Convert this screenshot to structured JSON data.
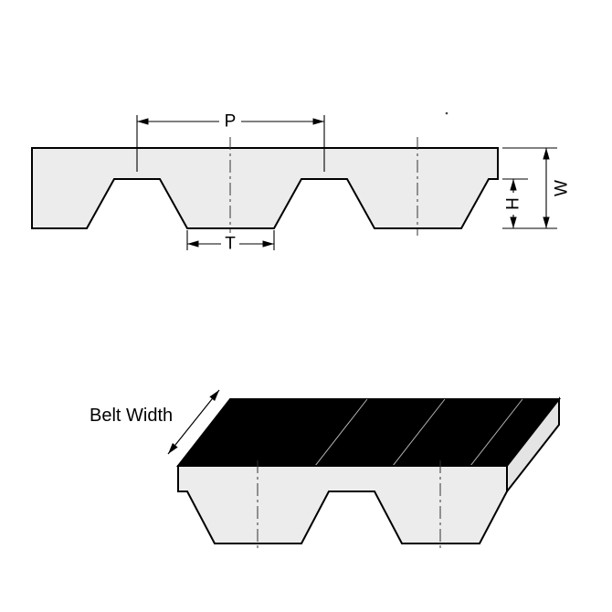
{
  "labels": {
    "pitch": "P",
    "tooth_width": "T",
    "tooth_height": "H",
    "belt_thickness": "W",
    "belt_width": "Belt Width"
  },
  "colors": {
    "background": "#ffffff",
    "belt_fill": "#ececec",
    "end_face_fill": "#e4e4e4",
    "top_face_fill": "#000000",
    "outline": "#000000"
  }
}
